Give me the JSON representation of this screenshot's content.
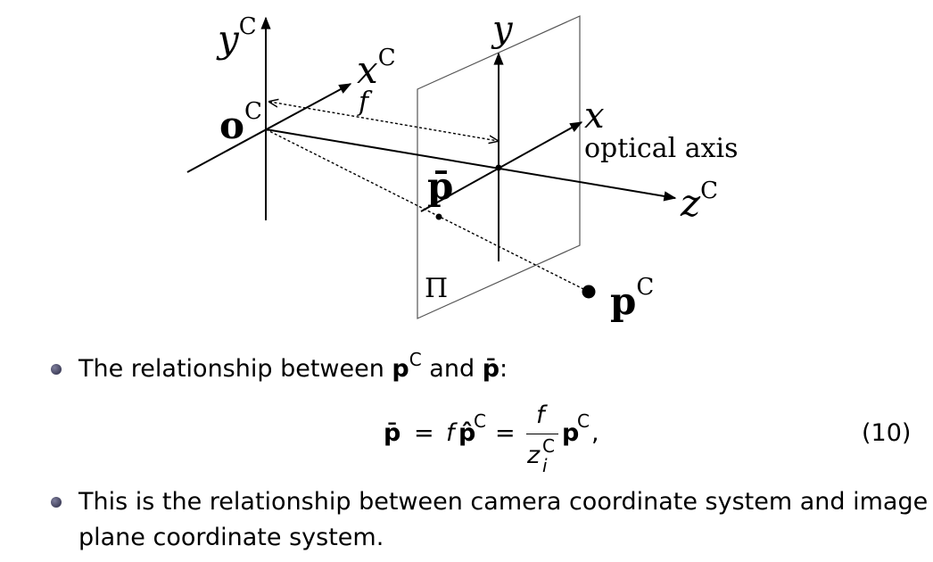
{
  "diagram": {
    "labels": {
      "yC": "y",
      "yC_sup": "C",
      "xC": "x",
      "xC_sup": "C",
      "oC": "o",
      "oC_sup": "C",
      "f": "f",
      "y": "y",
      "x": "x",
      "optical_axis": "optical axis",
      "zC": "z",
      "zC_sup": "C",
      "pbar": "p̄",
      "Pi": "Π",
      "pC": "p",
      "pC_sup": "C"
    }
  },
  "content": {
    "bullet1": {
      "prefix": "The relationship between ",
      "p": "p",
      "sup": "C",
      "mid": " and ",
      "pbar": "p̄",
      "suffix": ":"
    },
    "equation": {
      "lhs": "p̄",
      "equals1": "=",
      "f": "f",
      "phat": "p̂",
      "phat_sup": "C",
      "equals2": "=",
      "num": "f",
      "den": "z",
      "den_sup": "C",
      "den_sub": "i",
      "p": "p",
      "p_sup": "C",
      "comma": ",",
      "number": "(10)"
    },
    "bullet2": {
      "line1": "This is the relationship between camera coordinate system and image",
      "line2": "plane coordinate system."
    }
  }
}
